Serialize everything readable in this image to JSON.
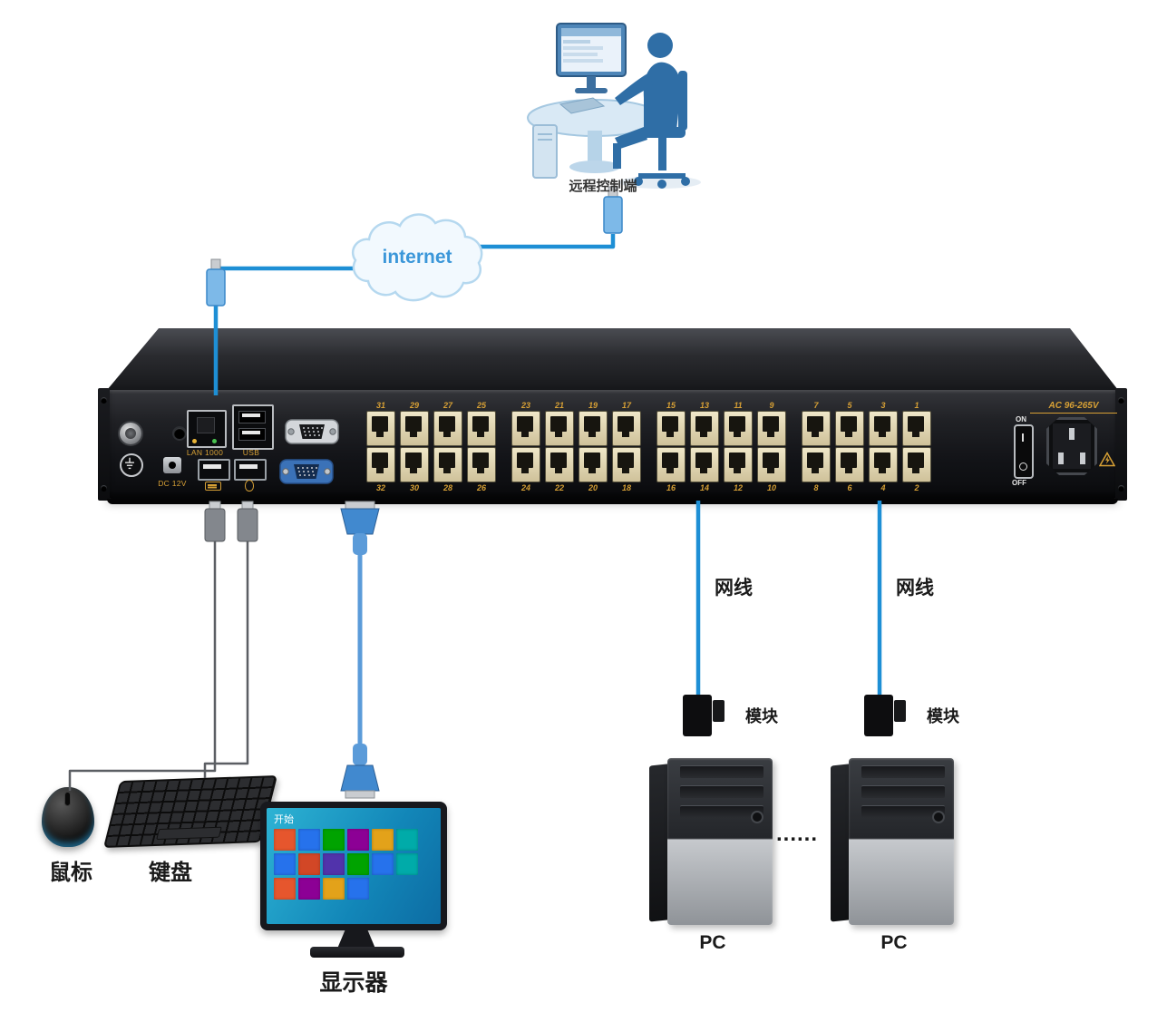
{
  "scene": {
    "remote_terminal_label": "远程控制端",
    "internet_label": "internet"
  },
  "device": {
    "lan_label": "LAN 1000",
    "usb_label": "USB",
    "dc_label": "DC 12V",
    "ac_label": "AC 96-265V",
    "on_label": "ON",
    "off_label": "OFF",
    "group_size": 4,
    "ports_top": [
      "31",
      "29",
      "27",
      "25",
      "23",
      "21",
      "19",
      "17",
      "15",
      "13",
      "11",
      "9",
      "7",
      "5",
      "3",
      "1"
    ],
    "ports_bottom": [
      "32",
      "30",
      "28",
      "26",
      "24",
      "22",
      "20",
      "18",
      "16",
      "14",
      "12",
      "10",
      "8",
      "6",
      "4",
      "2"
    ]
  },
  "peripherals": {
    "mouse_label": "鼠标",
    "keyboard_label": "键盘",
    "monitor_label": "显示器",
    "monitor_start_label": "开始"
  },
  "servers": {
    "cable_labels": [
      "网线",
      "网线"
    ],
    "module_labels": [
      "模块",
      "模块"
    ],
    "pc_labels": [
      "PC",
      "PC"
    ],
    "ellipsis": "......"
  },
  "colors": {
    "cable_blue": "#1e8fd5",
    "panel_gold": "#d7a035",
    "cloud_text_blue": "#3b97d9"
  },
  "monitor_tiles": [
    "#e6562d",
    "#2672ec",
    "#00a300",
    "#8c0095",
    "#e3a21a",
    "#00aba9",
    "#2672ec",
    "#d24726",
    "#5133ab",
    "#00a300",
    "#2672ec",
    "#00aba9",
    "#e6562d",
    "#8c0095",
    "#e3a21a",
    "#2672ec"
  ]
}
